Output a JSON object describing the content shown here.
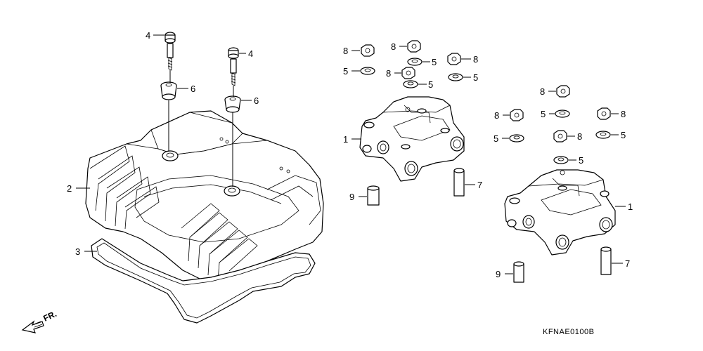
{
  "direction_marker": {
    "text": "FR.",
    "icon": "front-direction-arrow-icon"
  },
  "drawing_code": "KFNAE0100B",
  "callouts": {
    "p4a": "4",
    "p4b": "4",
    "p6a": "6",
    "p6b": "6",
    "p2": "2",
    "p3": "3",
    "h1a": "1",
    "h1b": "1",
    "h7a": "7",
    "h7b": "7",
    "h9a": "9",
    "h9b": "9",
    "n8a": "8",
    "n8b": "8",
    "n8c": "8",
    "n8d": "8",
    "n8e": "8",
    "n8f": "8",
    "n8g": "8",
    "n8h": "8",
    "w5a": "5",
    "w5b": "5",
    "w5c": "5",
    "w5d": "5",
    "w5e": "5",
    "w5f": "5",
    "w5g": "5",
    "w5h": "5"
  }
}
